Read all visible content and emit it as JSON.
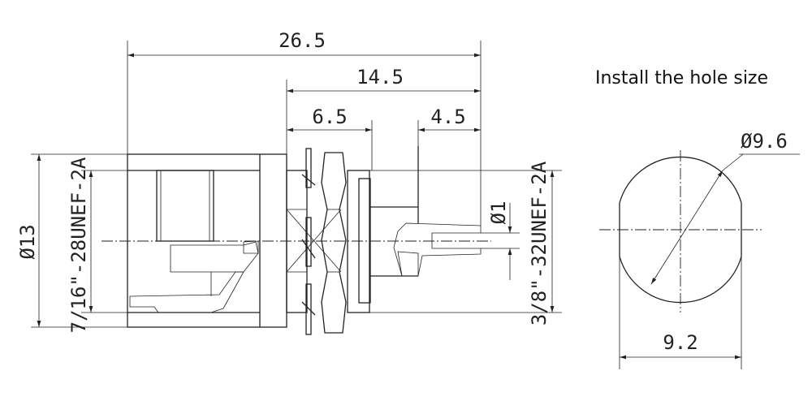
{
  "connector_drawing": {
    "dim_overall_length": "26.5",
    "dim_front_length": "14.5",
    "dim_nut_length": "6.5",
    "dim_pin_length": "4.5",
    "dim_body_diameter": "Ø13",
    "dim_rear_thread": "7/16\"-28UNEF-2A",
    "dim_pin_diameter": "Ø1",
    "dim_front_thread": "3/8\"-32UNEF-2A"
  },
  "hole_drawing": {
    "title": "Install the hole size",
    "dim_hole_diameter": "Ø9.6",
    "dim_flat_width": "9.2"
  }
}
